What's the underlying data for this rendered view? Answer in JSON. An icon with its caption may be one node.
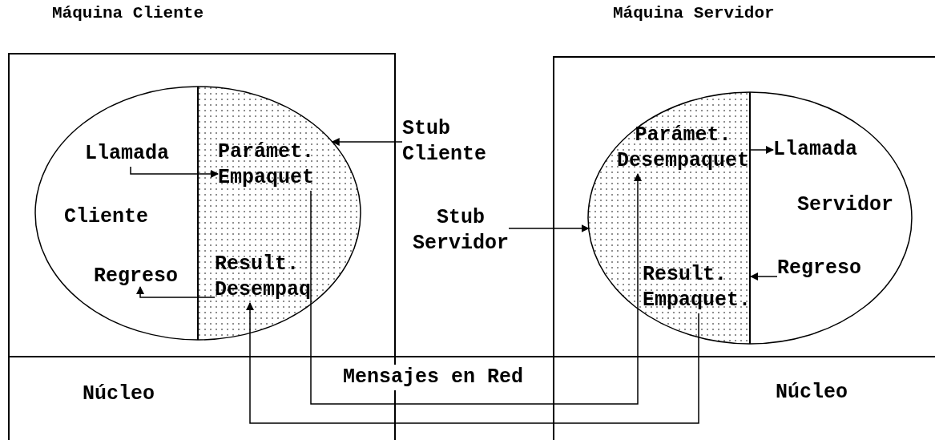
{
  "diagram": {
    "nodes": [
      {
        "text": [
          "Máquina Cliente"
        ]
      },
      {
        "text": [
          "Cliente"
        ],
        "in": 0
      },
      {
        "text": [
          "Llamada"
        ],
        "in": 1
      },
      {
        "text": [
          "Parámet. Empaquet"
        ],
        "in": 1
      },
      {
        "text": [
          "Result. Desempaq"
        ],
        "in": 1
      },
      {
        "text": [
          "Regreso"
        ],
        "in": 1
      },
      {
        "text": [
          "Stub Cliente"
        ]
      },
      {
        "text": [
          "Stub Servidor"
        ]
      },
      {
        "text": [
          "Máquina Servidor"
        ]
      },
      {
        "text": [
          "Servidor"
        ],
        "in": 8
      },
      {
        "text": [
          "Parámet. Desempaquet"
        ],
        "in": 9
      },
      {
        "text": [
          "Llamada"
        ],
        "in": 9
      },
      {
        "text": [
          "Result. Empaquet."
        ],
        "in": 9
      },
      {
        "text": [
          "Regreso"
        ],
        "in": 9
      }
    ],
    "edges": [
      {
        "from": 2,
        "to": 3,
        "arrow": "to"
      },
      {
        "from": 4,
        "to": 5,
        "arrow": "to"
      },
      {
        "from": 6,
        "to": 1,
        "arrow": "to"
      },
      {
        "from": 3,
        "to": 10,
        "arrow": "to"
      },
      {
        "from": 12,
        "to": 4,
        "arrow": "to"
      },
      {
        "from": 10,
        "to": 11,
        "arrow": "to"
      },
      {
        "from": 13,
        "to": 12,
        "arrow": "to"
      },
      {
        "from": 7,
        "to": 9,
        "arrow": "to"
      }
    ],
    "labels": [
      "Mensajes en Red",
      "Núcleo",
      "Núcleo"
    ]
  }
}
